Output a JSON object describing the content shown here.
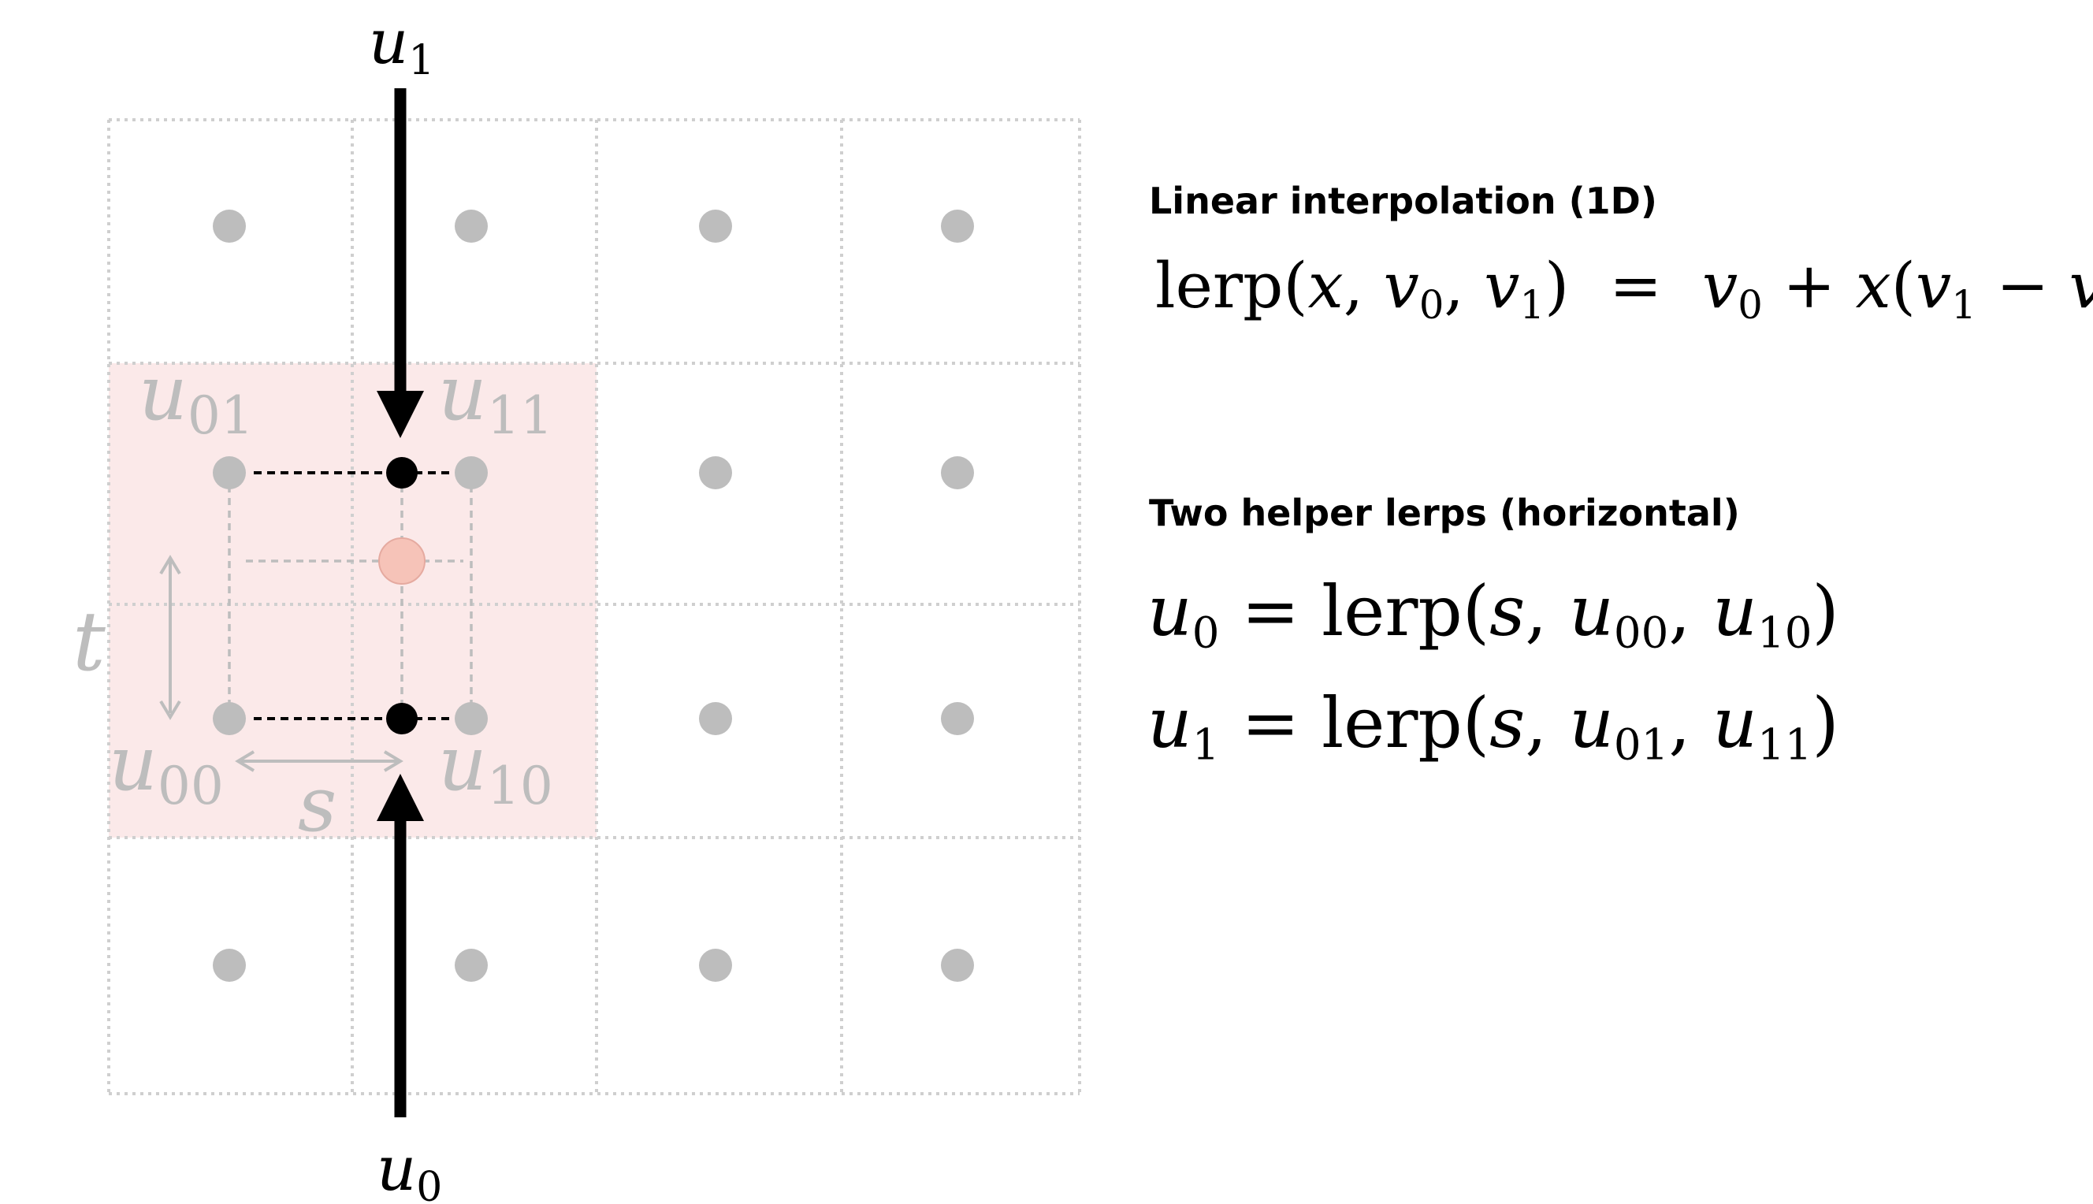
{
  "diagram": {
    "grid": {
      "cols": 4,
      "rows": 4
    },
    "colors": {
      "grid_line": "#cfcfcf",
      "sample_dot": "#bdbdbd",
      "highlight_cell": "#fbe9e9",
      "target_dot": "#f6c3b8",
      "helper_dot": "#000000",
      "arrow": "#000000",
      "faded_label": "#bdbdbd"
    },
    "arrow_top_label": {
      "base": "u",
      "sub": "1"
    },
    "arrow_bottom_label": {
      "base": "u",
      "sub": "0"
    },
    "corner_labels": {
      "u01": {
        "base": "u",
        "sub": "01"
      },
      "u11": {
        "base": "u",
        "sub": "11"
      },
      "u00": {
        "base": "u",
        "sub": "00"
      },
      "u10": {
        "base": "u",
        "sub": "10"
      }
    },
    "param_s": "s",
    "param_t": "t"
  },
  "section1": {
    "heading": "Linear interpolation (1D)",
    "equation": {
      "fn": "lerp",
      "open": "(",
      "x": "x",
      "comma": ",",
      "v": "v",
      "sub0": "0",
      "sub1": "1",
      "close": ")",
      "equals": "=",
      "plus": "+",
      "minus": "−"
    }
  },
  "section2": {
    "heading": "Two helper lerps (horizontal)",
    "eq1": {
      "lhs_base": "u",
      "lhs_sub": "0",
      "equals": "=",
      "fn": "lerp",
      "open": "(",
      "s": "s",
      "comma": ",",
      "a_base": "u",
      "a_sub": "00",
      "b_base": "u",
      "b_sub": "10",
      "close": ")"
    },
    "eq2": {
      "lhs_base": "u",
      "lhs_sub": "1",
      "equals": "=",
      "fn": "lerp",
      "open": "(",
      "s": "s",
      "comma": ",",
      "a_base": "u",
      "a_sub": "01",
      "b_base": "u",
      "b_sub": "11",
      "close": ")"
    }
  }
}
